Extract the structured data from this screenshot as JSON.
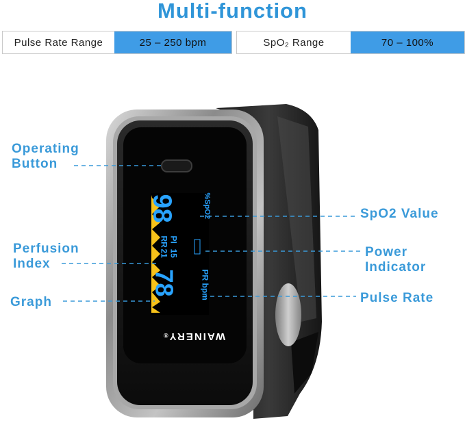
{
  "title": "Multi-function",
  "ranges": {
    "pulse": {
      "label": "Pulse Rate Range",
      "value": "25 – 250 bpm"
    },
    "spo2": {
      "label": "SpO₂ Range",
      "value": "70 – 100%"
    }
  },
  "labels": {
    "operating_button": [
      "Operating",
      "Button"
    ],
    "perfusion_index": [
      "Perfusion",
      "Index"
    ],
    "graph": "Graph",
    "spo2_value": "SpO2 Value",
    "power_indicator": [
      "Power",
      "Indicator"
    ],
    "pulse_rate": "Pulse Rate"
  },
  "display": {
    "spo2": "98",
    "spo2_unit": "%SpO2",
    "pr": "78",
    "pr_unit": "PR bpm",
    "pi_label": "PI",
    "pi_value": "15",
    "rr_label": "RR",
    "rr_value": "21",
    "brand": "WAINERY",
    "registered": "®"
  },
  "colors": {
    "accent": "#2f95d8",
    "range_fill": "#3f9ce6",
    "display_blue": "#29a3ff",
    "waveform_yellow": "#f7c21a"
  }
}
